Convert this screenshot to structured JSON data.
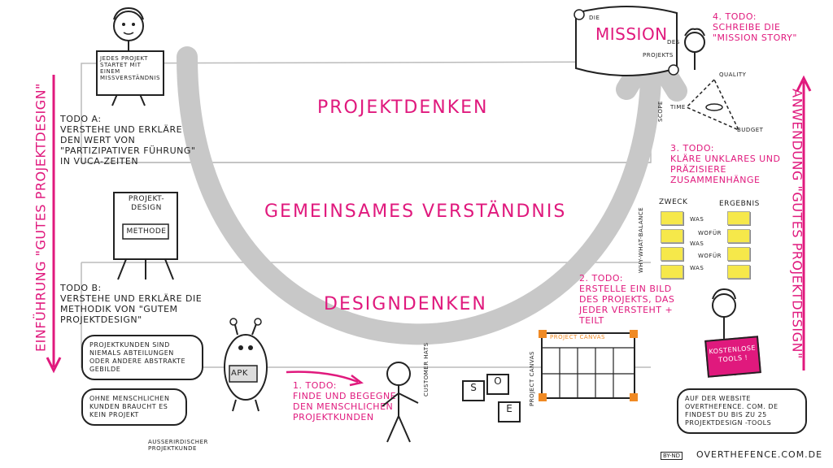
{
  "bands": {
    "projektdenken": "PROJEKTDENKEN",
    "gemeinsames": "GEMEINSAMES VERSTÄNDNIS",
    "designdenken": "DESIGNDENKEN"
  },
  "side_left": "EINFÜHRUNG \"GUTES PROJEKTDESIGN\"",
  "side_right": "ANWENDUNG \"GUTES PROJEKTDESIGN\"",
  "sign_top": "JEDES PROJEKT STARTET MIT EINEM MISSVERSTÄNDNIS",
  "todo_a": {
    "title": "TODO A:",
    "text": "VERSTEHE UND ERKLÄRE DEN WERT VON \"PARTIZIPATIVER FÜHRUNG\" IN VUCA-ZEITEN"
  },
  "easel": {
    "line1": "PROJEKT-",
    "line2": "DESIGN",
    "line3": "METHODE"
  },
  "todo_b": {
    "title": "TODO B:",
    "text": "VERSTEHE UND ERKLÄRE DIE METHODIK VON \"GUTEM PROJEKTDESIGN\""
  },
  "bubble1": "PROJEKTKUNDEN SIND NIEMALS ABTEILUNGEN ODER ANDERE ABSTRAKTE GEBILDE",
  "bubble2": "OHNE MENSCHLICHEN KUNDEN BRAUCHT ES KEIN PROJEKT",
  "alien_label": "APK",
  "alien_caption": "AUSSERIRDISCHER PROJEKTKUNDE",
  "todo1": {
    "title": "1. TODO:",
    "text": "FINDE UND BEGEGNE DEN MENSCHLICHEN PROJEKTKUNDEN"
  },
  "customer_hats": "CUSTOMER HATS",
  "hat_letters": [
    "S",
    "O",
    "E"
  ],
  "canvas_side": "PROJECT CANVAS",
  "canvas_top": "PROJECT CANVAS",
  "kostenlose": {
    "line1": "KOSTENLOSE",
    "line2": "TOOLS !"
  },
  "bubble_right": "AUF DER WEBSITE OVERTHEFENCE. COM. DE FINDEST DU BIS ZU 25 PROJEKTDESIGN -TOOLS",
  "footer_url": "OVERTHEFENCE.COM.DE",
  "license": "BY-ND",
  "todo2": {
    "title": "2. TODO:",
    "text": "ERSTELLE EIN BILD DES PROJEKTS, DAS JEDER VERSTEHT + TEILT"
  },
  "why_what": "WHY-WHAT-BALANCE",
  "zweck": "ZWECK",
  "ergebnis": "ERGEBNIS",
  "why_rows": [
    "WAS",
    "WOFÜR",
    "WAS",
    "WOFÜR",
    "WAS"
  ],
  "todo3": {
    "title": "3. TODO:",
    "text": "KLÄRE UNKLARES UND PRÄZISIERE ZUSAMMENHÄNGE"
  },
  "triangle": {
    "quality": "QUALITY",
    "time": "TIME",
    "budget": "BUDGET",
    "scope": "SCOPE"
  },
  "scroll": {
    "die": "DIE",
    "mission": "MISSION",
    "des": "DES",
    "projekts": "PROJEKTS"
  },
  "todo4": {
    "title": "4. TODO:",
    "text": "SCHREIBE DIE \"MISSION STORY\""
  },
  "colors": {
    "accent": "#e0197d",
    "arrow": "#c8c8c8",
    "sticky": "#f6e84a",
    "canvas_orange": "#f08a24"
  }
}
